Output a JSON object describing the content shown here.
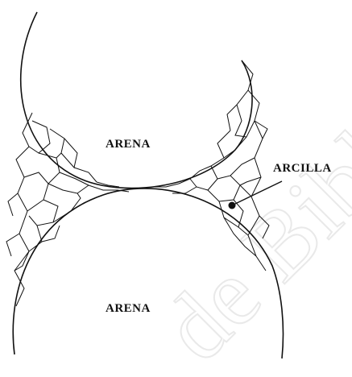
{
  "diagram": {
    "labels": {
      "upper_grain": "ARENA",
      "lower_grain": "ARENA",
      "clay": "ARCILLA"
    },
    "watermark": "de Bibliot",
    "colors": {
      "line": "#111111",
      "watermark": "#e9e9e9",
      "background": "#ffffff"
    }
  }
}
